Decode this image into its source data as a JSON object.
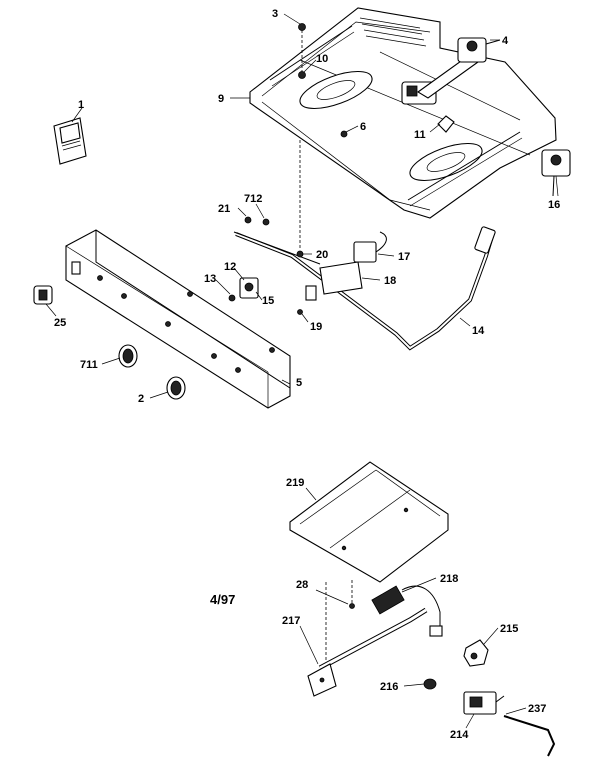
{
  "diagram": {
    "date_code": "4/97",
    "callouts": [
      {
        "id": "c3",
        "text": "3"
      },
      {
        "id": "c4",
        "text": "4"
      },
      {
        "id": "c10",
        "text": "10"
      },
      {
        "id": "c9",
        "text": "9"
      },
      {
        "id": "c1",
        "text": "1"
      },
      {
        "id": "c6",
        "text": "6"
      },
      {
        "id": "c11",
        "text": "11"
      },
      {
        "id": "c16",
        "text": "16"
      },
      {
        "id": "c712",
        "text": "712"
      },
      {
        "id": "c21",
        "text": "21"
      },
      {
        "id": "c20",
        "text": "20"
      },
      {
        "id": "c17",
        "text": "17"
      },
      {
        "id": "c18",
        "text": "18"
      },
      {
        "id": "c12",
        "text": "12"
      },
      {
        "id": "c13",
        "text": "13"
      },
      {
        "id": "c15",
        "text": "15"
      },
      {
        "id": "c19",
        "text": "19"
      },
      {
        "id": "c25",
        "text": "25"
      },
      {
        "id": "c14",
        "text": "14"
      },
      {
        "id": "c711",
        "text": "711"
      },
      {
        "id": "c5",
        "text": "5"
      },
      {
        "id": "c2",
        "text": "2"
      },
      {
        "id": "c219",
        "text": "219"
      },
      {
        "id": "c28",
        "text": "28"
      },
      {
        "id": "c218",
        "text": "218"
      },
      {
        "id": "c217",
        "text": "217"
      },
      {
        "id": "c215",
        "text": "215"
      },
      {
        "id": "c216",
        "text": "216"
      },
      {
        "id": "c237",
        "text": "237"
      },
      {
        "id": "c214",
        "text": "214"
      }
    ]
  }
}
